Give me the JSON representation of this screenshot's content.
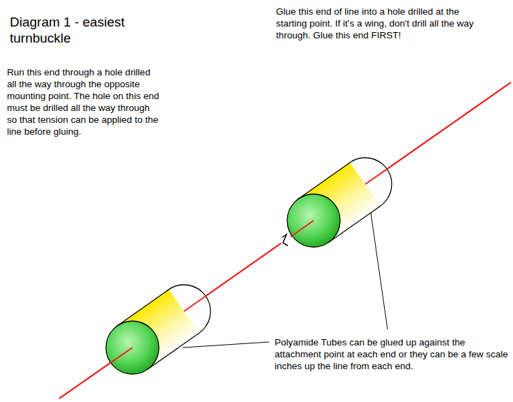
{
  "diagram": {
    "title": "Diagram 1 - easiest turnbuckle",
    "labels": [
      "Glue this end of line into a hole drilled at the starting point. If it's a wing, don't drill all the way through. Glue this end FIRST!",
      "Run this end through a hole drilled all the way through the opposite mounting point. The hole on this end must be drilled all the way through so that tension can be applied to the line before gluing.",
      "Polyamide Tubes can be glued up against the attachment point at each end or they can be a few scale inches up the line from each end."
    ]
  }
}
